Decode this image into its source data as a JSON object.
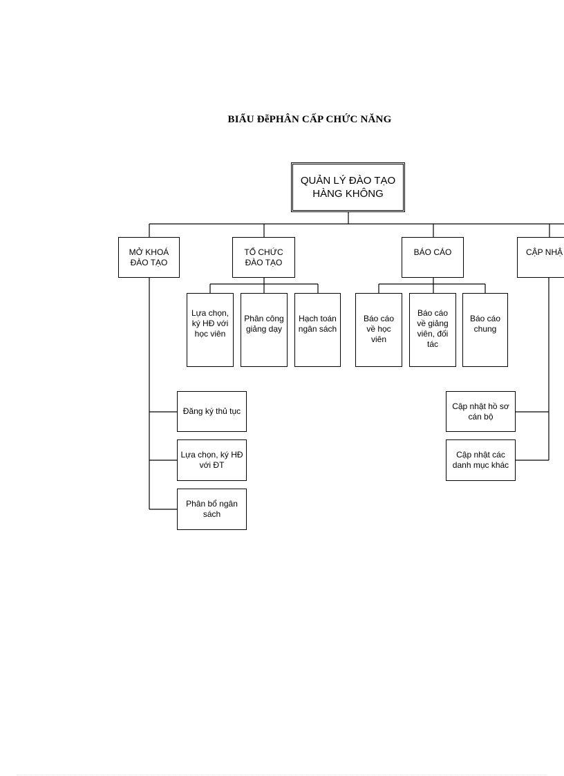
{
  "title": "BIẨU ĐễPHÂN CẤP CHỨC NĂNG",
  "root": "QUẢN LÝ ĐÀO TẠO HÀNG KHÔNG",
  "branches": {
    "mo_khoa": "MỞ KHOÁ ĐÀO TẠO",
    "to_chuc": "TỔ CHỨC ĐÀO TẠO",
    "bao_cao": "BÁO CÁO",
    "cap_nhat": "CẬP NHẬ"
  },
  "to_chuc_children": [
    "Lựa chọn, ký HĐ với học viên",
    "Phân công giảng dạy",
    "Hạch toán ngân sách"
  ],
  "bao_cao_children": [
    "Báo cáo về học viên",
    "Báo cáo về giảng viên, đối tác",
    "Báo cáo chung"
  ],
  "mo_khoa_children": [
    "Đăng ký thủ tục",
    "Lựa chọn, ký HĐ với ĐT",
    "Phân bổ ngân sách"
  ],
  "cap_nhat_children": [
    "Cập nhật hồ sơ cán bộ",
    "Cập nhật các danh mục khác"
  ]
}
